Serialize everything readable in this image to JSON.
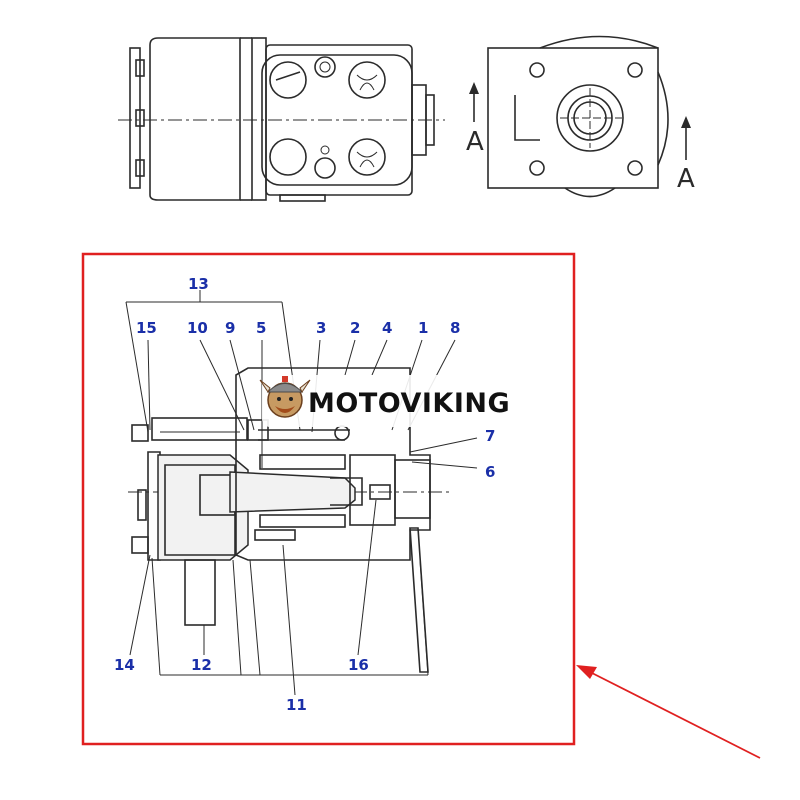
{
  "section_markers": {
    "left": "A",
    "right": "A"
  },
  "watermark": {
    "brand": "MOTOVIKING",
    "logo_icon": "viking-helmet-icon"
  },
  "colors": {
    "frame": "#e02020",
    "arrow": "#e02020",
    "callout_text": "#1a2fa8",
    "line": "#2b2b2b"
  },
  "callouts": {
    "c1": "1",
    "c2": "2",
    "c3": "3",
    "c4": "4",
    "c5": "5",
    "c6": "6",
    "c7": "7",
    "c8": "8",
    "c9": "9",
    "c10": "10",
    "c11": "11",
    "c12": "12",
    "c13": "13",
    "c14": "14",
    "c15": "15",
    "c16": "16"
  }
}
